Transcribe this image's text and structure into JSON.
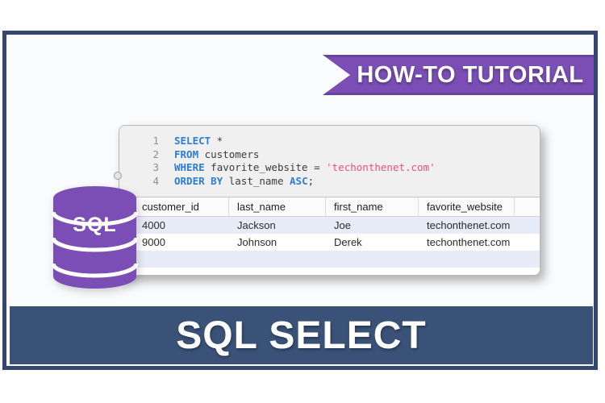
{
  "ribbon": {
    "label": "HOW-TO TUTORIAL"
  },
  "title_banner": {
    "label": "SQL SELECT"
  },
  "db_icon": {
    "label": "SQL",
    "name": "database-cylinder-icon"
  },
  "editor": {
    "lines": [
      {
        "num": "1",
        "tokens": [
          {
            "t": "SELECT",
            "c": "kw"
          },
          {
            "t": " *",
            "c": "plain"
          }
        ]
      },
      {
        "num": "2",
        "tokens": [
          {
            "t": "FROM",
            "c": "kw"
          },
          {
            "t": " customers",
            "c": "plain"
          }
        ]
      },
      {
        "num": "3",
        "tokens": [
          {
            "t": "WHERE",
            "c": "kw"
          },
          {
            "t": " favorite_website = ",
            "c": "plain"
          },
          {
            "t": "'techonthenet.com'",
            "c": "str"
          }
        ]
      },
      {
        "num": "4",
        "tokens": [
          {
            "t": "ORDER BY",
            "c": "kw"
          },
          {
            "t": " last_name ",
            "c": "plain"
          },
          {
            "t": "ASC",
            "c": "kw"
          },
          {
            "t": ";",
            "c": "plain"
          }
        ]
      }
    ]
  },
  "table": {
    "columns": [
      "customer_id",
      "last_name",
      "first_name",
      "favorite_website"
    ],
    "rows": [
      [
        "4000",
        "Jackson",
        "Joe",
        "techonthenet.com"
      ],
      [
        "9000",
        "Johnson",
        "Derek",
        "techonthenet.com"
      ]
    ]
  },
  "colors": {
    "accent-purple": "#7a4eb5",
    "banner-navy": "#3a5278",
    "frame-navy": "#35476e",
    "interior-bg": "#fafbfd",
    "code-bg": "#f0f0f0",
    "code-kw": "#2e7cd6",
    "code-str": "#ee4f77",
    "code-plain": "#3c3c3c",
    "row-stripe": "#e8ecf8"
  }
}
